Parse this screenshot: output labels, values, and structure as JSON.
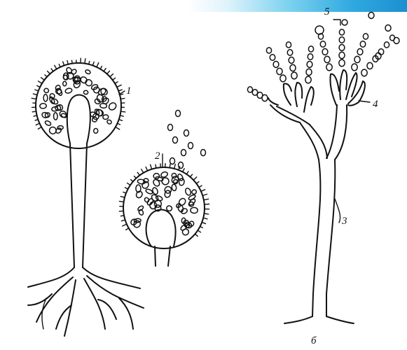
{
  "labels": {
    "one": "1",
    "two": "2",
    "three": "3",
    "four": "4",
    "five": "5",
    "b": "б"
  },
  "colors": {
    "ink": "#111111",
    "background": "#ffffff",
    "band": "#2fa9e0"
  }
}
